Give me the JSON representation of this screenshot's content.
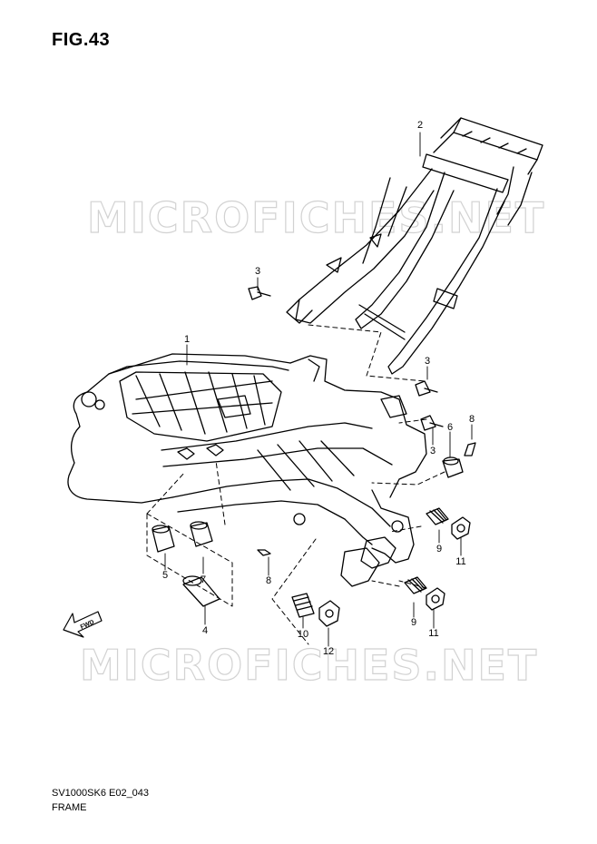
{
  "figure": {
    "title": "FIG.43",
    "code": "SV1000SK6 E02_043",
    "caption": "FRAME"
  },
  "watermarks": [
    "MICROFICHES.NET",
    "MICROFICHES.NET"
  ],
  "direction_badge": "FWD",
  "callouts": [
    "1",
    "2",
    "3",
    "3",
    "3",
    "4",
    "5",
    "6",
    "7",
    "8",
    "8",
    "9",
    "9",
    "10",
    "11",
    "11",
    "12"
  ]
}
